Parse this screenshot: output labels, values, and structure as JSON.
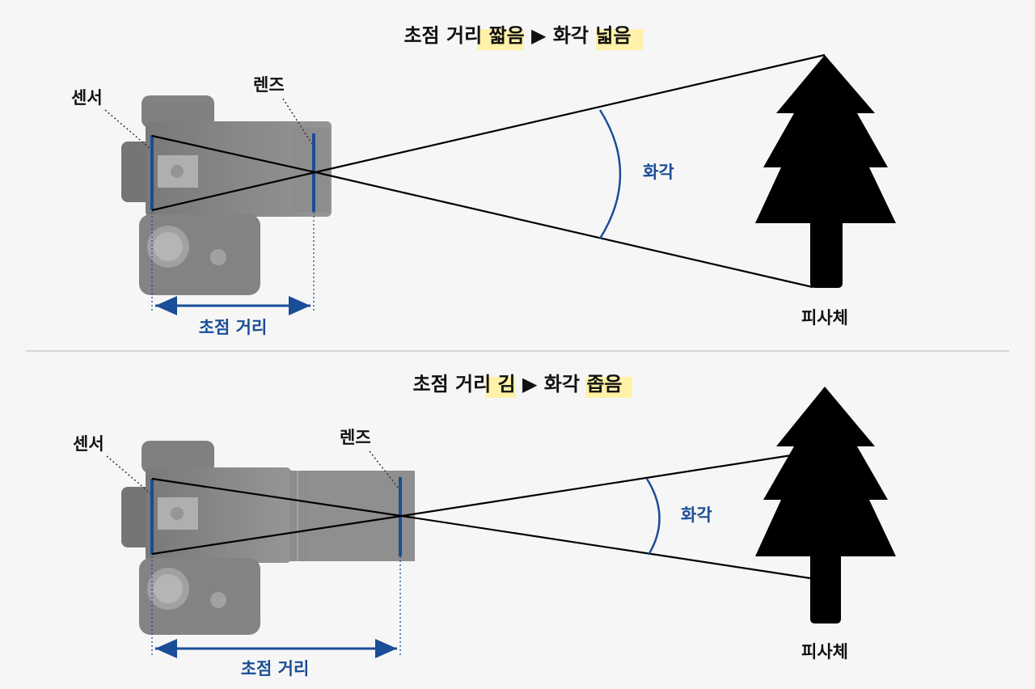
{
  "panels": [
    {
      "title_parts": [
        "초점 거리 ",
        "짧음",
        " ▶ 화각 ",
        "넓음"
      ],
      "sensor_label": "센서",
      "lens_label": "렌즈",
      "angle_label": "화각",
      "focal_label": "초점 거리",
      "subject_label": "피사체"
    },
    {
      "title_parts": [
        "초점 거리 ",
        "김",
        " ▶ 화각 ",
        "좁음"
      ],
      "sensor_label": "센서",
      "lens_label": "렌즈",
      "angle_label": "화각",
      "focal_label": "초점 거리",
      "subject_label": "피사체"
    }
  ],
  "colors": {
    "blue": "#1a4d97",
    "highlight": "#fff2a8",
    "camera": "#7d7d7d",
    "tree": "#000000"
  }
}
